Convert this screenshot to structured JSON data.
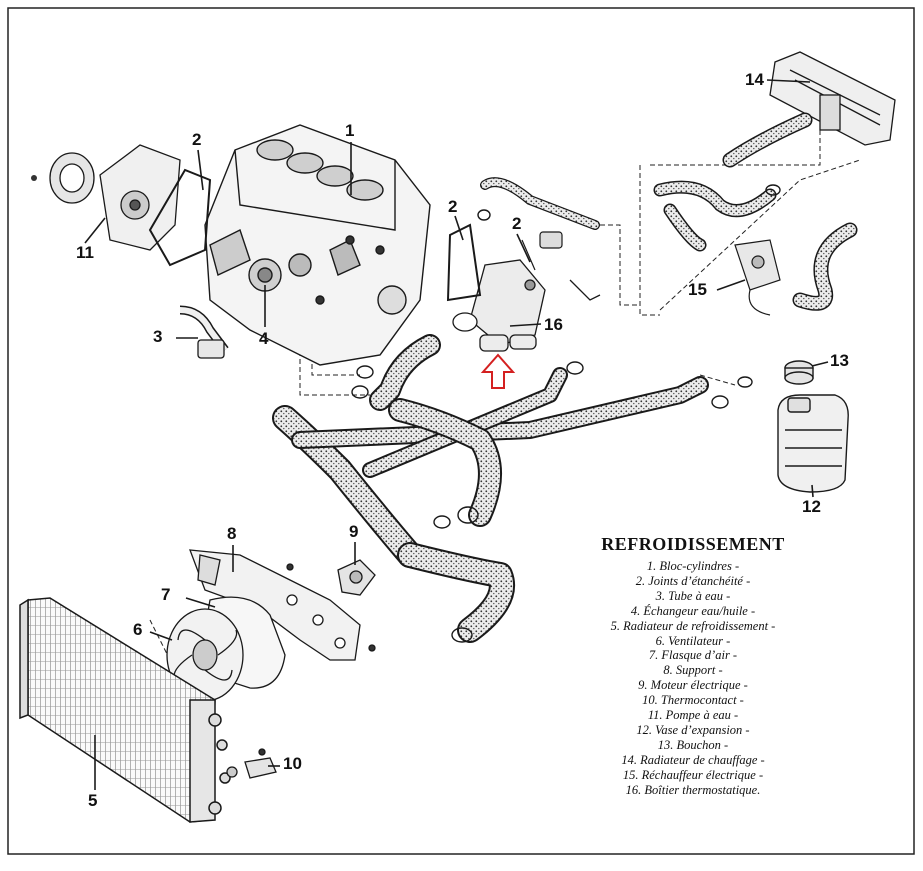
{
  "diagram": {
    "callouts": {
      "c1": "1",
      "c2a": "2",
      "c2b": "2",
      "c2c": "2",
      "c3": "3",
      "c4": "4",
      "c5": "5",
      "c6": "6",
      "c7": "7",
      "c8": "8",
      "c9": "9",
      "c10": "10",
      "c11": "11",
      "c12": "12",
      "c13": "13",
      "c14": "14",
      "c15": "15",
      "c16": "16"
    },
    "arrow_color": "#d42020",
    "line_color": "#1a1a1a",
    "hose_color": "#dcdcdc"
  },
  "legend": {
    "title": "REFROIDISSEMENT",
    "items": [
      "1. Bloc-cylindres -",
      "2. Joints d’étanchéité -",
      "3. Tube à eau -",
      "4. Échangeur eau/huile -",
      "5. Radiateur de refroidissement -",
      "6. Ventilateur -",
      "7. Flasque d’air -",
      "8. Support -",
      "9. Moteur électrique -",
      "10. Thermocontact -",
      "11. Pompe à eau -",
      "12. Vase d’expansion -",
      "13. Bouchon -",
      "14. Radiateur de chauffage -",
      "15. Réchauffeur électrique -",
      "16. Boîtier thermostatique."
    ]
  }
}
